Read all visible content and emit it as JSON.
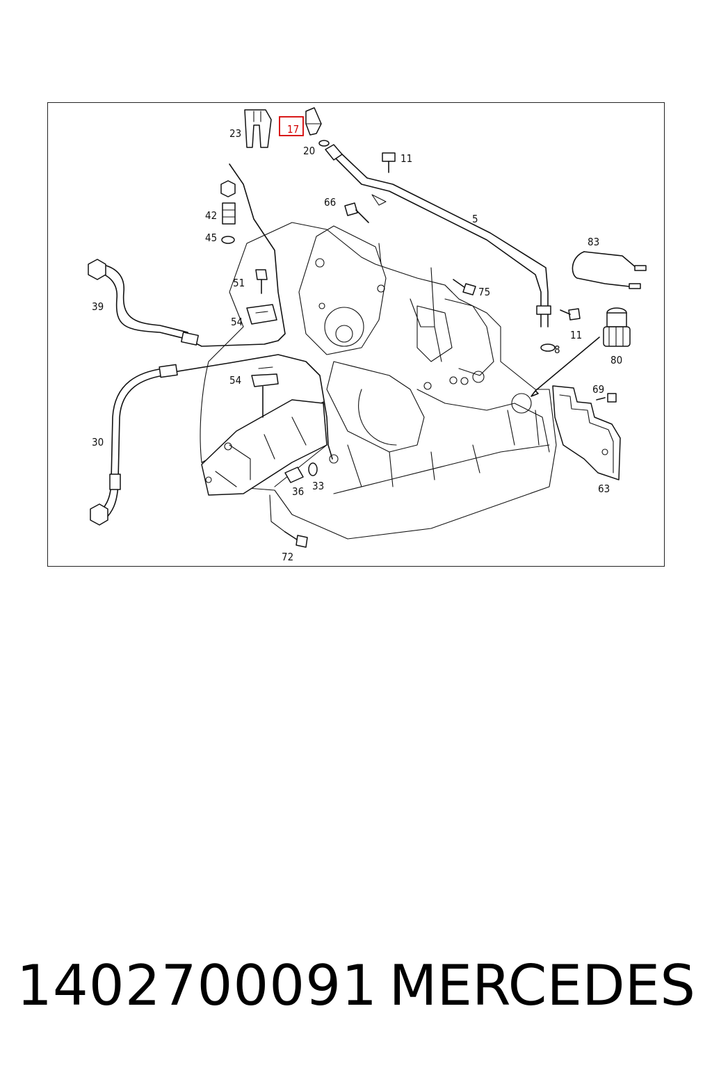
{
  "diagram": {
    "callouts": {
      "c23": "23",
      "c17": "17",
      "c20": "20",
      "c11a": "11",
      "c66": "66",
      "c5": "5",
      "c42": "42",
      "c45": "45",
      "c83": "83",
      "c51": "51",
      "c75": "75",
      "c39": "39",
      "c54a": "54",
      "c8": "8",
      "c11b": "11",
      "c80": "80",
      "c54b": "54",
      "c69": "69",
      "c30": "30",
      "c36": "36",
      "c33": "33",
      "c63": "63",
      "c72": "72"
    },
    "highlighted_part": "17",
    "highlight_color": "#d40000"
  },
  "footer": {
    "part_number": "1402700091",
    "brand": "MERCEDES"
  }
}
